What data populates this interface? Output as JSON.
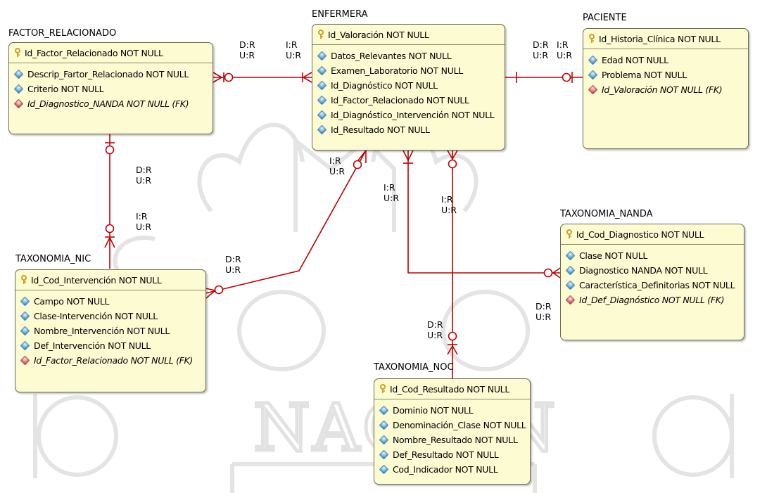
{
  "entities": {
    "factor": {
      "name": "FACTOR_RELACIONADO",
      "pk": "Id_Factor_Relacionado  NOT NULL",
      "attrs": [
        "Descrip_Fartor_Relacionado  NOT NULL",
        "Criterio  NOT NULL",
        "Id_Diagnostico_NANDA  NOT NULL (FK)"
      ]
    },
    "enfermera": {
      "name": "ENFERMERA",
      "pk": "Id_Valoración  NOT NULL",
      "attrs": [
        "Datos_Relevantes  NOT NULL",
        "Examen_Laboratorio  NOT NULL",
        "Id_Diagnóstico  NOT NULL",
        "Id_Factor_Relacionado  NOT NULL",
        "Id_Diagnóstico_Intervención  NOT NULL",
        "Id_Resultado  NOT NULL"
      ]
    },
    "paciente": {
      "name": "PACIENTE",
      "pk": "Id_Historia_Clínica  NOT NULL",
      "attrs": [
        "Edad  NOT NULL",
        "Problema  NOT NULL",
        "Id_Valoración  NOT NULL (FK)"
      ]
    },
    "nanda": {
      "name": "TAXONOMIA_NANDA",
      "pk": "Id_Cod_Diagnostico  NOT NULL",
      "attrs": [
        "Clase  NOT NULL",
        "Diagnostico NANDA  NOT NULL",
        "Característica_Definitorias  NOT NULL",
        "Id_Def_Diagnóstico  NOT NULL (FK)"
      ]
    },
    "nic": {
      "name": "TAXONOMIA_NIC",
      "pk": "Id_Cod_Intervención  NOT NULL",
      "attrs": [
        "Campo  NOT NULL",
        "Clase-Intervención  NOT NULL",
        "Nombre_Intervención  NOT NULL",
        "Def_Intervención  NOT NULL",
        "Id_Factor_Relacionado  NOT NULL (FK)"
      ]
    },
    "noc": {
      "name": "TAXONOMIA_NOC",
      "pk": "Id_Cod_Resultado  NOT NULL",
      "attrs": [
        "Dominio  NOT NULL",
        "Denominación_Clase  NOT NULL",
        "Nombre_Resultado  NOT NULL",
        "Def_Resultado  NOT NULL",
        "Cod_Indicador  NOT NULL"
      ]
    }
  },
  "relationship_labels": {
    "dr_ur": "D:R\nU:R",
    "ir_ur": "I:R\nU:R"
  },
  "watermark_text": "NACION",
  "colors": {
    "entity_fill": "#fdfbd2",
    "line": "#c00000",
    "pk_icon": "#c9a227",
    "attr_icon": "#5aa7d8",
    "fk_icon": "#d86a6a"
  },
  "icons": [
    "key-icon",
    "attribute-diamond-icon",
    "foreign-key-diamond-icon"
  ]
}
